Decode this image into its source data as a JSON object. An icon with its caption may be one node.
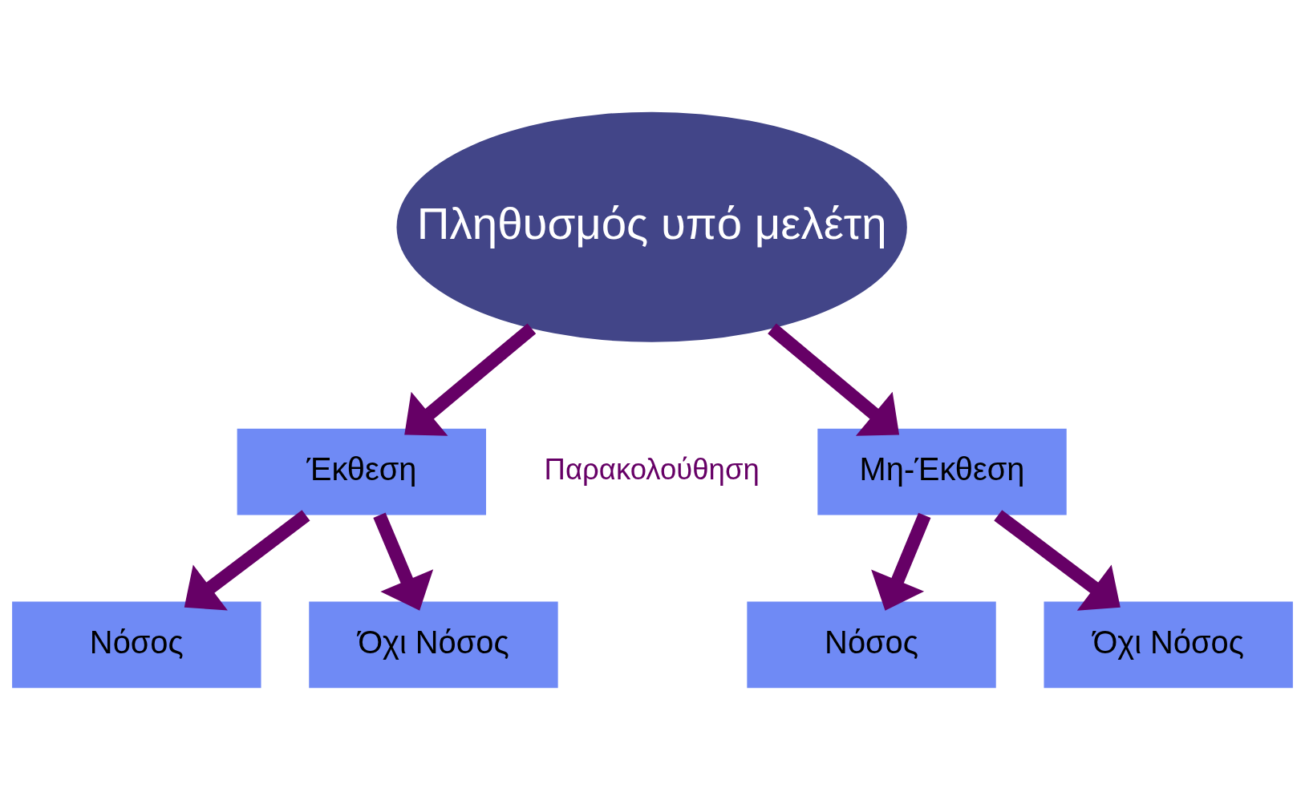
{
  "diagram": {
    "nodes": [
      {
        "text": [
          "Πληθυσμός υπό μελέτη"
        ]
      },
      {
        "text": [
          "Έκθεση"
        ]
      },
      {
        "text": [
          "Μη-Έκθεση"
        ]
      },
      {
        "text": [
          "Νόσος"
        ]
      },
      {
        "text": [
          "Όχι Νόσος"
        ]
      },
      {
        "text": [
          "Νόσος"
        ]
      },
      {
        "text": [
          "Όχι Νόσος"
        ]
      }
    ],
    "edges": [
      {
        "from": 0,
        "to": 1,
        "arrow": "to"
      },
      {
        "from": 0,
        "to": 2,
        "arrow": "to"
      },
      {
        "from": 1,
        "to": 3,
        "arrow": "to"
      },
      {
        "from": 1,
        "to": 4,
        "arrow": "to"
      },
      {
        "from": 2,
        "to": 5,
        "arrow": "to"
      },
      {
        "from": 2,
        "to": 6,
        "arrow": "to"
      }
    ],
    "labels": [
      "Παρακολούθηση"
    ]
  }
}
